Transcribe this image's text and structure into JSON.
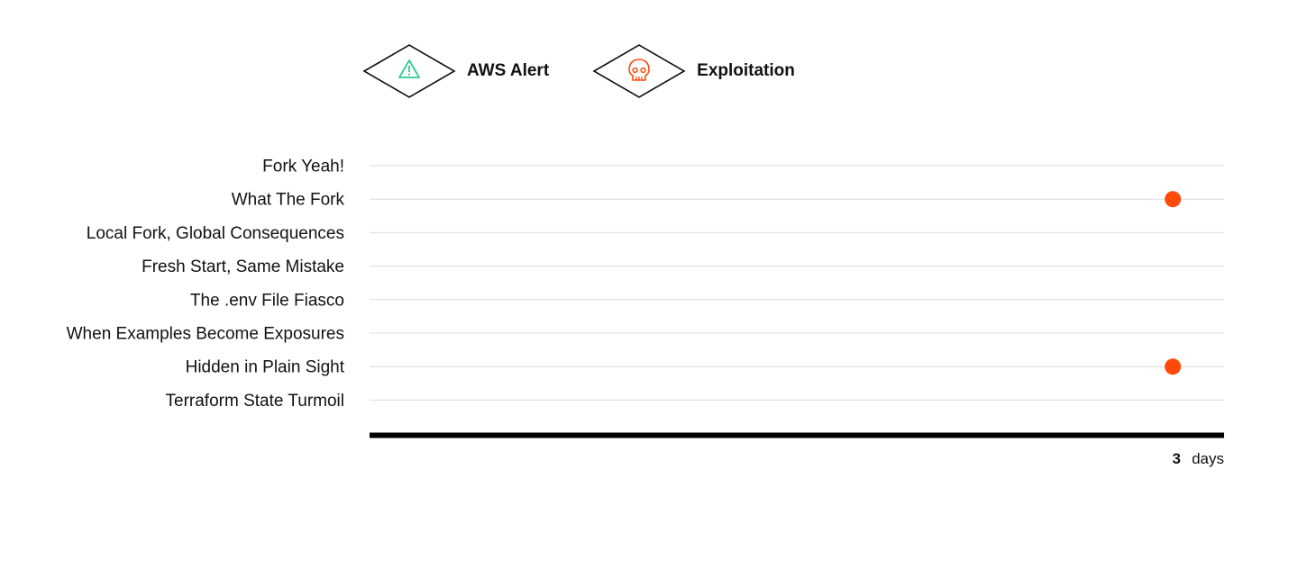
{
  "chart_data": {
    "type": "scatter",
    "title": "",
    "legend": {
      "placement": "top",
      "items": [
        {
          "name": "AWS Alert",
          "icon": "warning-triangle-icon",
          "color": "#2ecc8f"
        },
        {
          "name": "Exploitation",
          "icon": "skull-icon",
          "color": "#ff4a0a"
        }
      ]
    },
    "categories": [
      "Fork Yeah!",
      "What The Fork",
      "Local Fork, Global Consequences",
      "Fresh Start, Same Mistake",
      "The .env File Fiasco",
      "When Examples Become Exposures",
      "Hidden in Plain Sight",
      "Terraform State Turmoil"
    ],
    "x_axis": {
      "unit_value": "3",
      "unit_label": "days",
      "xlim": [
        0,
        3
      ]
    },
    "series": [
      {
        "name": "Exploitation",
        "color": "#ff4a0a",
        "points": [
          {
            "category": "What The Fork",
            "x": 2.82
          },
          {
            "category": "Hidden in Plain Sight",
            "x": 2.82
          }
        ]
      }
    ],
    "grid": true
  }
}
